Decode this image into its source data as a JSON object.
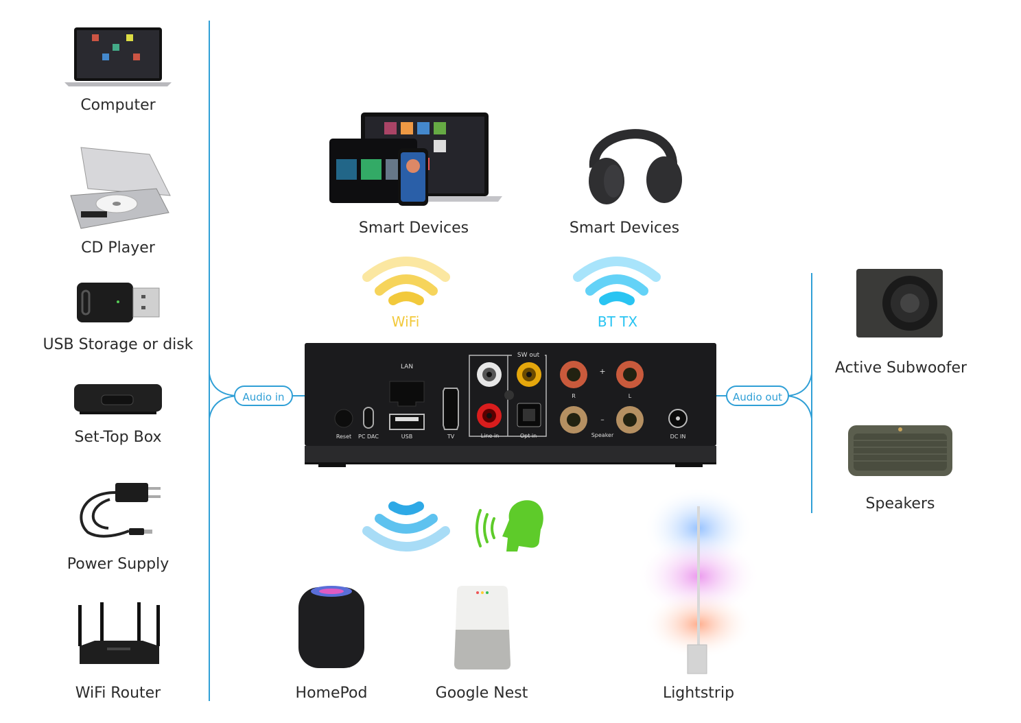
{
  "left_devices": {
    "computer": "Computer",
    "cd_player": "CD Player",
    "usb_storage": "USB Storage or disk",
    "set_top_box": "Set-Top Box",
    "power_supply": "Power Supply",
    "wifi_router": "WiFi Router"
  },
  "top_devices": {
    "smart_devices_left": "Smart Devices",
    "smart_devices_right": "Smart Devices"
  },
  "signals": {
    "wifi": "WiFi",
    "bt": "BT TX"
  },
  "connectors": {
    "audio_in": "Audio in",
    "audio_out": "Audio out"
  },
  "right_devices": {
    "subwoofer": "Active Subwoofer",
    "speakers": "Speakers"
  },
  "bottom_devices": {
    "homepod": "HomePod",
    "google_nest": "Google Nest",
    "lightstrip": "Lightstrip"
  },
  "panel": {
    "lan": "LAN",
    "sw_out": "SW out",
    "reset": "Reset",
    "pc_dac": "PC DAC",
    "usb": "USB",
    "tv": "TV",
    "line_in": "Line in",
    "opt_in": "Opt in",
    "r": "R",
    "l": "L",
    "plus": "+",
    "minus": "–",
    "speaker": "Speaker",
    "dc_in": "DC IN"
  },
  "colors": {
    "line": "#2f9fd6",
    "wifi": "#f2c93b",
    "bt": "#29c4f2",
    "voice": "#5ecb2a",
    "panel": "#1b1b1d"
  }
}
